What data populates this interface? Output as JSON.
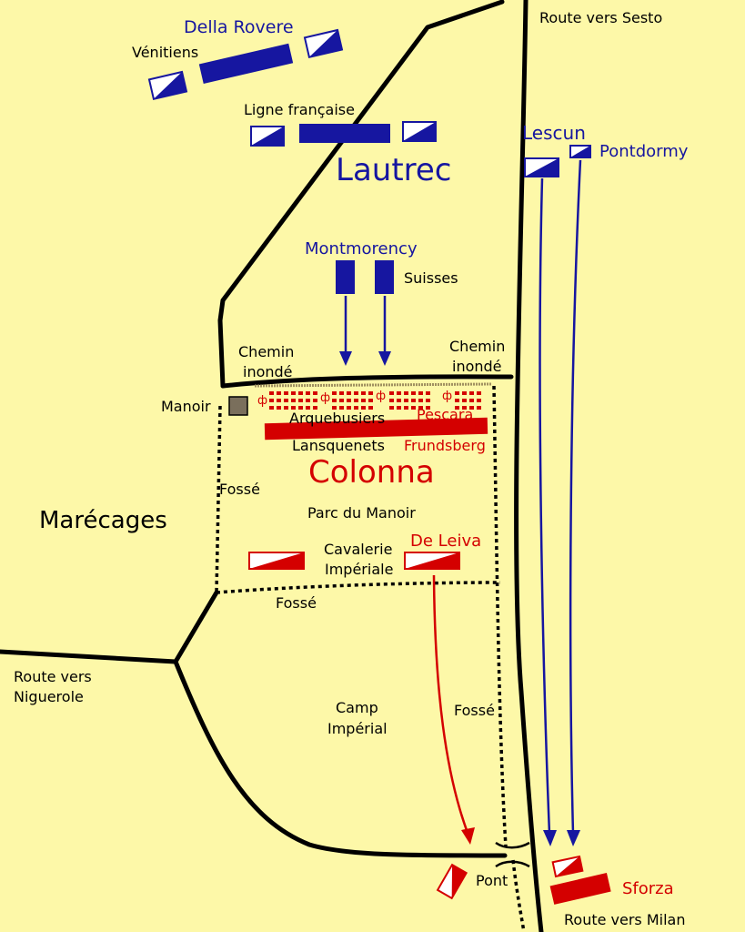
{
  "colors": {
    "background": "#fdf8a8",
    "french": "#1616a0",
    "imperial": "#d40000",
    "road": "#000000",
    "manor": "#7a6f5c"
  },
  "labels": {
    "route_sesto": "Route vers Sesto",
    "della_rovere": "Della Rovere",
    "venitiens": "Vénitiens",
    "ligne_francaise": "Ligne française",
    "lautrec": "Lautrec",
    "lescun": "Lescun",
    "pontdormy": "Pontdormy",
    "montmorency": "Montmorency",
    "suisses": "Suisses",
    "chemin_inonde_left_1": "Chemin",
    "chemin_inonde_left_2": "inondé",
    "chemin_inonde_right_1": "Chemin",
    "chemin_inonde_right_2": "inondé",
    "manoir": "Manoir",
    "arquebusiers": "Arquebusiers",
    "pescara": "Pescara",
    "lansquenets": "Lansquenets",
    "frundsberg": "Frundsberg",
    "colonna": "Colonna",
    "fosse_left": "Fossé",
    "marecages": "Marécages",
    "parc_du_manoir": "Parc du Manoir",
    "de_leiva": "De Leiva",
    "cavalerie_1": "Cavalerie",
    "cavalerie_2": "Impériale",
    "fosse_bottom": "Fossé",
    "route_niguerole_1": "Route vers",
    "route_niguerole_2": "Niguerole",
    "camp_1": "Camp",
    "camp_2": "Impérial",
    "fosse_right": "Fossé",
    "pont": "Pont",
    "sforza": "Sforza",
    "route_milan": "Route vers Milan"
  }
}
